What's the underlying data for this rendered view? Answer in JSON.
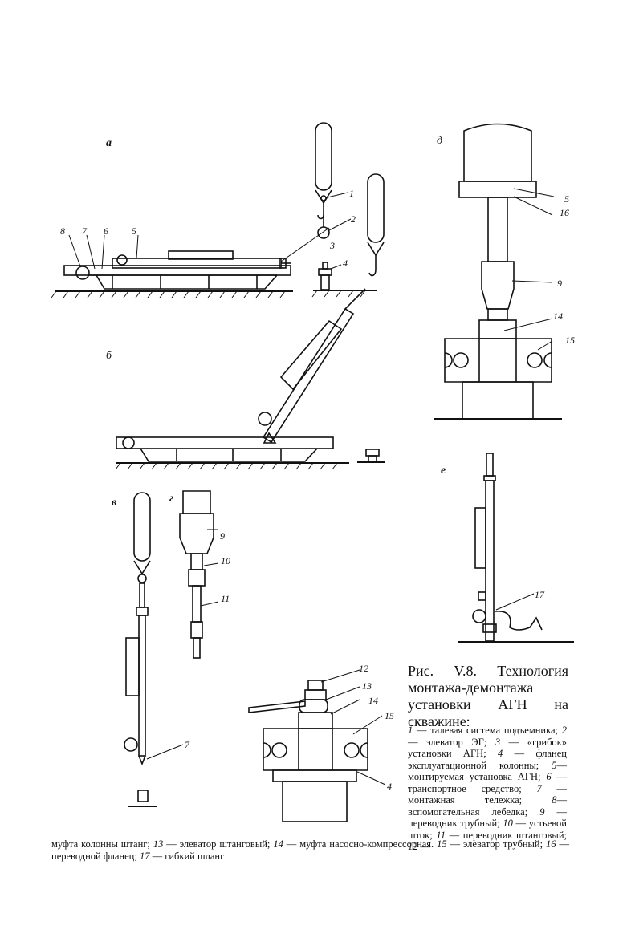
{
  "panels": {
    "a": "а",
    "b": "б",
    "v": "в",
    "g": "г",
    "d": "д",
    "e": "е"
  },
  "callouts": {
    "n1": "1",
    "n2": "2",
    "n3": "3",
    "n4": "4",
    "n5": "5",
    "n6": "6",
    "n7": "7",
    "n8": "8",
    "n9": "9",
    "n10": "10",
    "n11": "11",
    "n12": "12",
    "n13": "13",
    "n14": "14",
    "n15": "15",
    "n16": "16",
    "n17": "17"
  },
  "caption": {
    "title": "Рис. V.8. Технология монтажа-демонтажа установки АГН на скважине:",
    "legend": [
      {
        "num": "1",
        "text": " — талевая система подъемника; "
      },
      {
        "num": "2",
        "text": " — элеватор ЭГ; "
      },
      {
        "num": "3",
        "text": " — «грибок» установки АГН; "
      },
      {
        "num": "4",
        "text": " — фланец эксплуатационной колонны; "
      },
      {
        "num": "5",
        "text": "—монтируемая установка АГН; "
      },
      {
        "num": "6",
        "text": " — транспортное средство; "
      },
      {
        "num": "7",
        "text": " — монтажная тележка; "
      },
      {
        "num": "8",
        "text": "— вспомогательная лебедка; "
      },
      {
        "num": "9",
        "text": " — переводник трубный; "
      },
      {
        "num": "10",
        "text": " — устьевой шток; "
      },
      {
        "num": "11",
        "text": " — переводник штанговый; "
      },
      {
        "num": "12",
        "text": " —"
      }
    ],
    "bottom": [
      {
        "num": "",
        "text": "муфта колонны штанг; "
      },
      {
        "num": "13",
        "text": " — элеватор штанговый; "
      },
      {
        "num": "14",
        "text": " — муфта насосно-компрессорная. "
      },
      {
        "num": "15",
        "text": " — элеватор трубный; "
      },
      {
        "num": "16",
        "text": " — переводной фланец; "
      },
      {
        "num": "17",
        "text": " — гибкий шланг"
      }
    ]
  }
}
